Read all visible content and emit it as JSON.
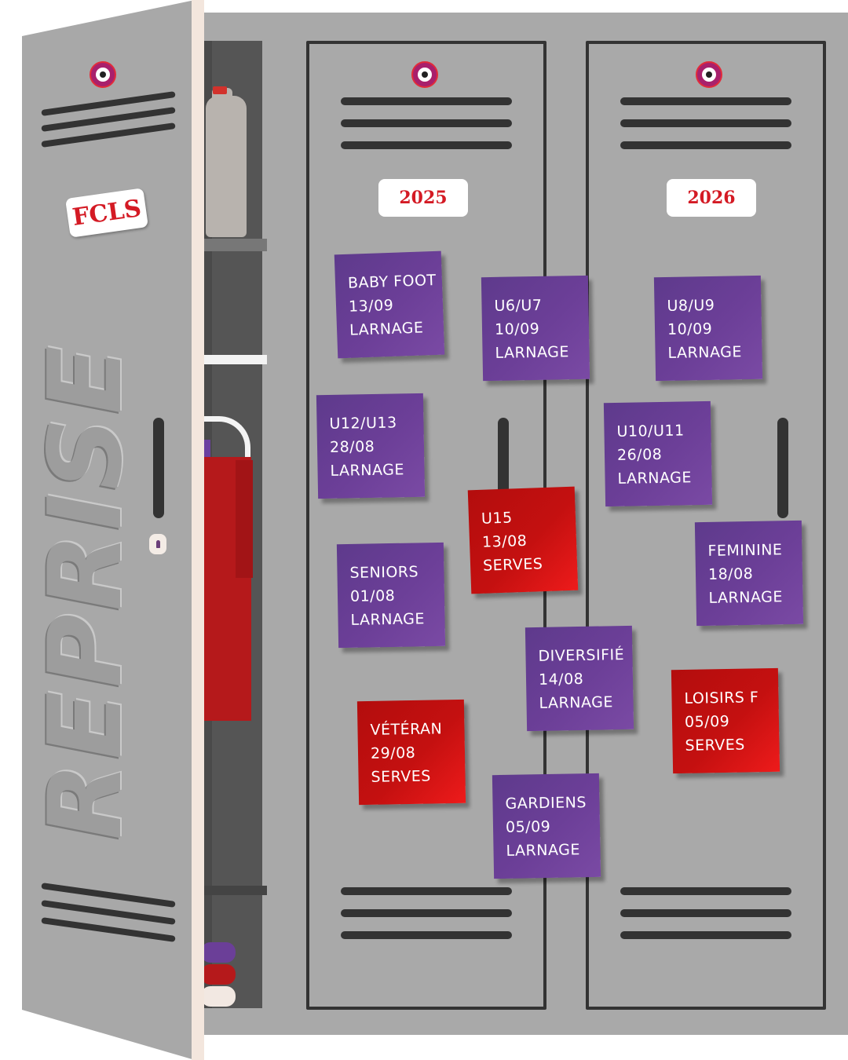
{
  "door": {
    "tag": "FCLS",
    "title": "REPRISE"
  },
  "lockers": [
    {
      "year": "2025"
    },
    {
      "year": "2026"
    }
  ],
  "notes": [
    {
      "lines": [
        "BABY FOOT",
        "13/09",
        "LARNAGE"
      ],
      "color": "purple"
    },
    {
      "lines": [
        "U6/U7",
        "10/09",
        "LARNAGE"
      ],
      "color": "purple"
    },
    {
      "lines": [
        "U8/U9",
        "10/09",
        "LARNAGE"
      ],
      "color": "purple"
    },
    {
      "lines": [
        "U12/U13",
        "28/08",
        "LARNAGE"
      ],
      "color": "purple"
    },
    {
      "lines": [
        "U10/U11",
        "26/08",
        "LARNAGE"
      ],
      "color": "purple"
    },
    {
      "lines": [
        "U15",
        "13/08",
        "SERVES"
      ],
      "color": "red"
    },
    {
      "lines": [
        "FEMININE",
        "18/08",
        "LARNAGE"
      ],
      "color": "purple"
    },
    {
      "lines": [
        "SENIORS",
        "01/08",
        "LARNAGE"
      ],
      "color": "purple"
    },
    {
      "lines": [
        "DIVERSIFIÉ",
        "14/08",
        "LARNAGE"
      ],
      "color": "purple"
    },
    {
      "lines": [
        "LOISIRS F",
        "05/09",
        "SERVES"
      ],
      "color": "red"
    },
    {
      "lines": [
        "VÉTÉRAN",
        "29/08",
        "SERVES"
      ],
      "color": "red"
    },
    {
      "lines": [
        "GARDIENS",
        "05/09",
        "LARNAGE"
      ],
      "color": "purple"
    }
  ],
  "colors": {
    "purple": "#6c3f98",
    "red": "#c41010",
    "accent_text": "#d41a24",
    "metal": "#a9a9a9"
  }
}
